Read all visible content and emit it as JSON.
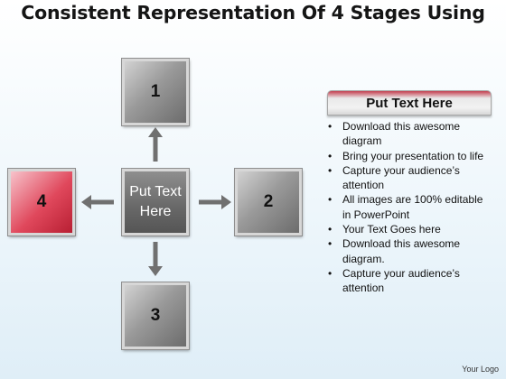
{
  "title": "Consistent Representation Of 4 Stages Using",
  "diagram": {
    "center_label": "Put Text Here",
    "stages": [
      {
        "label": "1",
        "color": "#8e8e8e"
      },
      {
        "label": "2",
        "color": "#8e8e8e"
      },
      {
        "label": "3",
        "color": "#8e8e8e"
      },
      {
        "label": "4",
        "color": "#e0485c"
      }
    ]
  },
  "panel": {
    "heading": "Put Text Here",
    "bullets": [
      "Download this awesome diagram",
      "Bring your presentation to life",
      "Capture your audience’s attention",
      "All images are 100% editable in PowerPoint",
      "Your Text Goes here",
      "Download this awesome diagram.",
      "Capture your audience’s attention"
    ]
  },
  "footer": {
    "logo": "Your Logo"
  },
  "colors": {
    "accent": "#c43d4e",
    "arrow": "#707070"
  }
}
